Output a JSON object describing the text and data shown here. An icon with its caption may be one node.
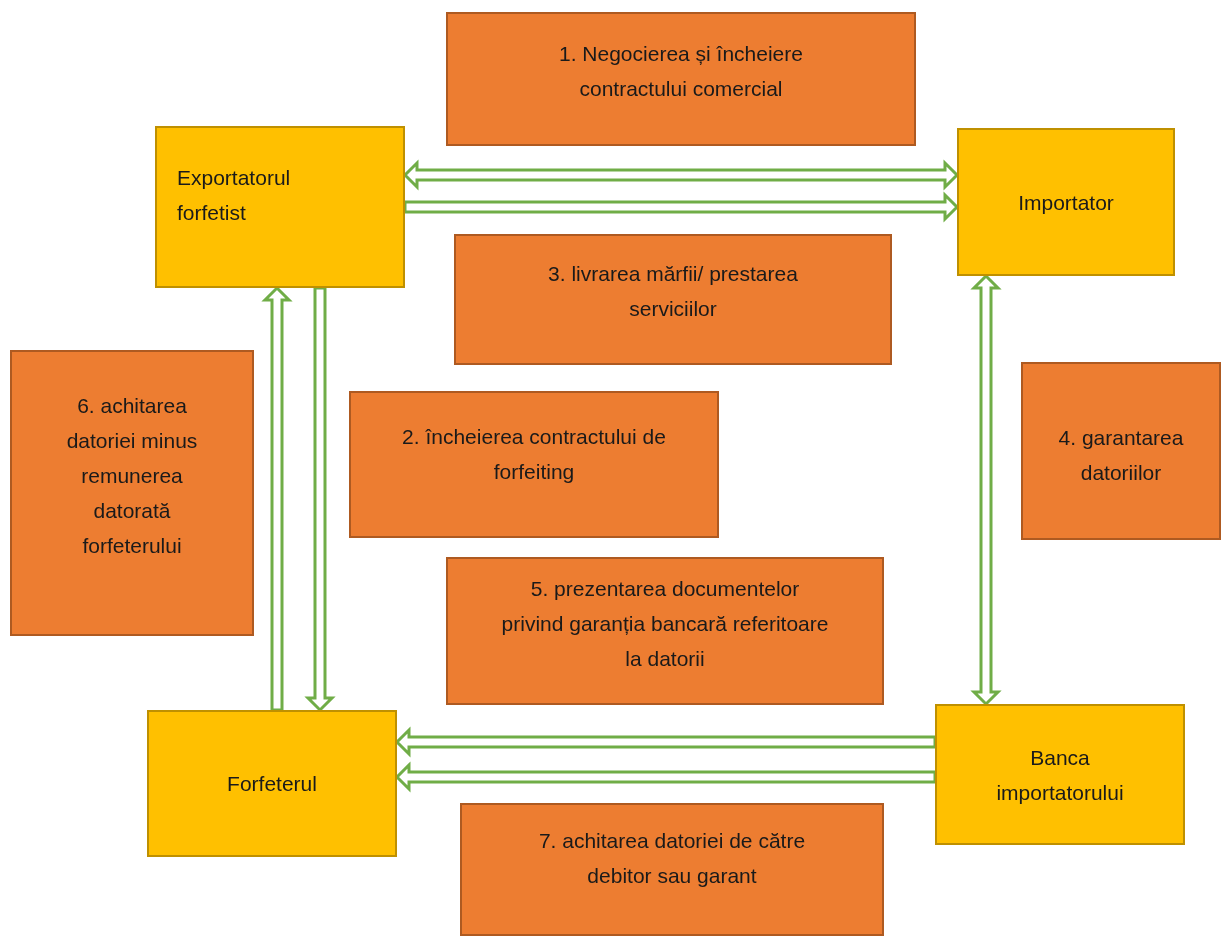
{
  "diagram": {
    "nodes": [
      {
        "text": [
          "1. Negocierea și încheiere contractului comercial"
        ]
      },
      {
        "text": [
          "Exportatorul forfetist"
        ]
      },
      {
        "text": [
          "Importator"
        ]
      },
      {
        "text": [
          "3. livrarea mărfii/ prestarea serviciilor"
        ]
      },
      {
        "text": [
          "6. achitarea datoriei minus remunerea datorată forfeterului"
        ]
      },
      {
        "text": [
          "2. încheierea contractului de forfeiting"
        ]
      },
      {
        "text": [
          "4. garantarea datoriilor"
        ]
      },
      {
        "text": [
          "5. prezentarea documentelor privind garanția bancară referitoare la datorii"
        ]
      },
      {
        "text": [
          "Forfeterul"
        ]
      },
      {
        "text": [
          "Banca importatorului"
        ]
      },
      {
        "text": [
          "7. achitarea datoriei de către debitor sau garant"
        ]
      }
    ],
    "edges": [
      {
        "from": 1,
        "to": 2,
        "arrow": "both"
      },
      {
        "from": 1,
        "to": 2,
        "arrow": "to"
      },
      {
        "from": 2,
        "to": 9,
        "arrow": "both"
      },
      {
        "from": 8,
        "to": 1,
        "arrow": "to"
      },
      {
        "from": 1,
        "to": 8,
        "arrow": "to"
      },
      {
        "from": 9,
        "to": 8,
        "arrow": "to"
      },
      {
        "from": 9,
        "to": 8,
        "arrow": "to"
      }
    ]
  }
}
